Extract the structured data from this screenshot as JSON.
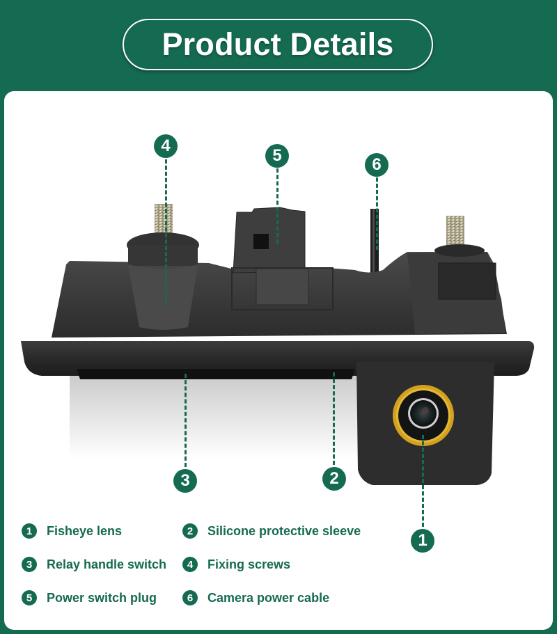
{
  "header": {
    "title": "Product Details"
  },
  "colors": {
    "brand_green": "#156a52",
    "panel": "#ffffff",
    "lens_ring": "#d4a11e",
    "device_body": "#3a3a3a"
  },
  "callouts": [
    {
      "number": "1",
      "label": "Fisheye lens"
    },
    {
      "number": "2",
      "label": "Silicone protective sleeve"
    },
    {
      "number": "3",
      "label": "Relay handle switch"
    },
    {
      "number": "4",
      "label": "Fixing screws"
    },
    {
      "number": "5",
      "label": "Power switch plug"
    },
    {
      "number": "6",
      "label": "Camera power cable"
    }
  ],
  "image": {
    "subject": "trunk-handle-rear-camera",
    "description": "Black trunk handle reverse camera with gold-ringed fisheye lens, two threaded screws, connector plug and power cable"
  }
}
